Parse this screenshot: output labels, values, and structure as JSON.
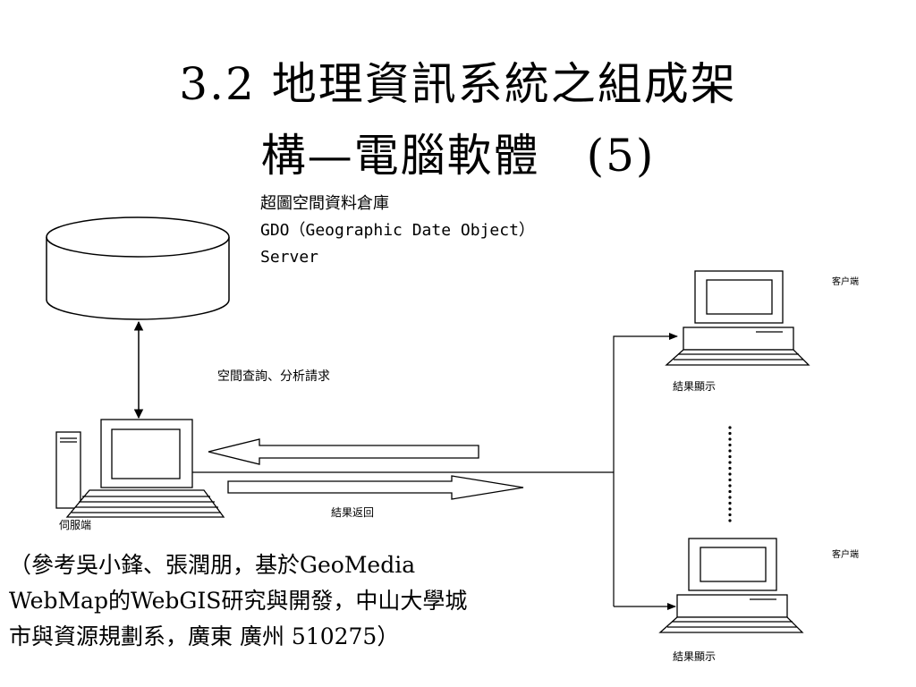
{
  "title": {
    "line1": "3.2 地理資訊系統之組成架",
    "line2": "構—電腦軟體　(5)"
  },
  "database_label": {
    "line1": "超圖空間資料倉庫",
    "line2": "GDO（Geographic Date Object）",
    "line3": "Server"
  },
  "labels": {
    "request": "空間查詢、分析請求",
    "server": "伺服端",
    "result_return": "結果返回",
    "client_top": "客户端",
    "client_bottom": "客户端",
    "result_display_top": "結果顯示",
    "result_display_bottom": "結果顯示"
  },
  "reference": {
    "line1": "（參考吳小鋒、張潤朋，基於GeoMedia",
    "line2": "WebMap的WebGIS研究與開發，中山大學城",
    "line3": "市與資源規劃系，廣東 廣州 510275）"
  }
}
